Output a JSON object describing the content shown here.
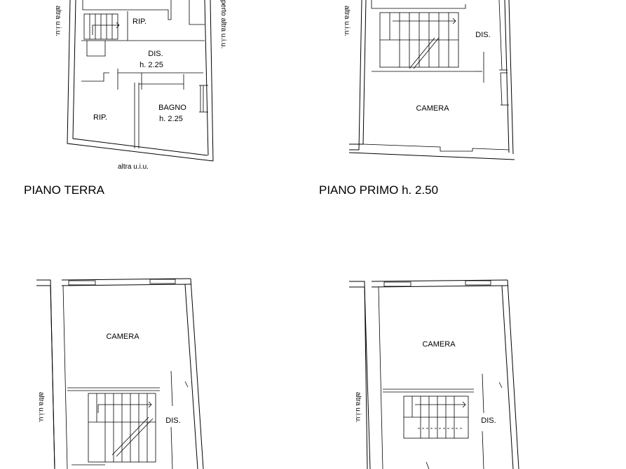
{
  "plans": {
    "top_left": {
      "caption": "PIANO TERRA",
      "rooms": {
        "rip_top": "RIP.",
        "dis": "DIS.",
        "dis_h": "h. 2.25",
        "rip_left": "RIP.",
        "bagno": "BAGNO",
        "bagno_h": "h. 2.25"
      },
      "notes": {
        "left": "altra u.i.u.",
        "right": "perto altra u.i.u.",
        "bottom": "altra u.i.u."
      }
    },
    "top_right": {
      "caption": "PIANO PRIMO  h. 2.50",
      "rooms": {
        "dis": "DIS.",
        "camera": "CAMERA"
      },
      "notes": {
        "left": "altra u.i.u."
      }
    },
    "bottom_left": {
      "rooms": {
        "camera": "CAMERA",
        "dis": "DIS."
      },
      "notes": {
        "left": "altra u.i.u."
      }
    },
    "bottom_right": {
      "rooms": {
        "camera": "CAMERA",
        "dis": "DIS."
      },
      "notes": {
        "left": "altra u.i.u."
      }
    }
  }
}
